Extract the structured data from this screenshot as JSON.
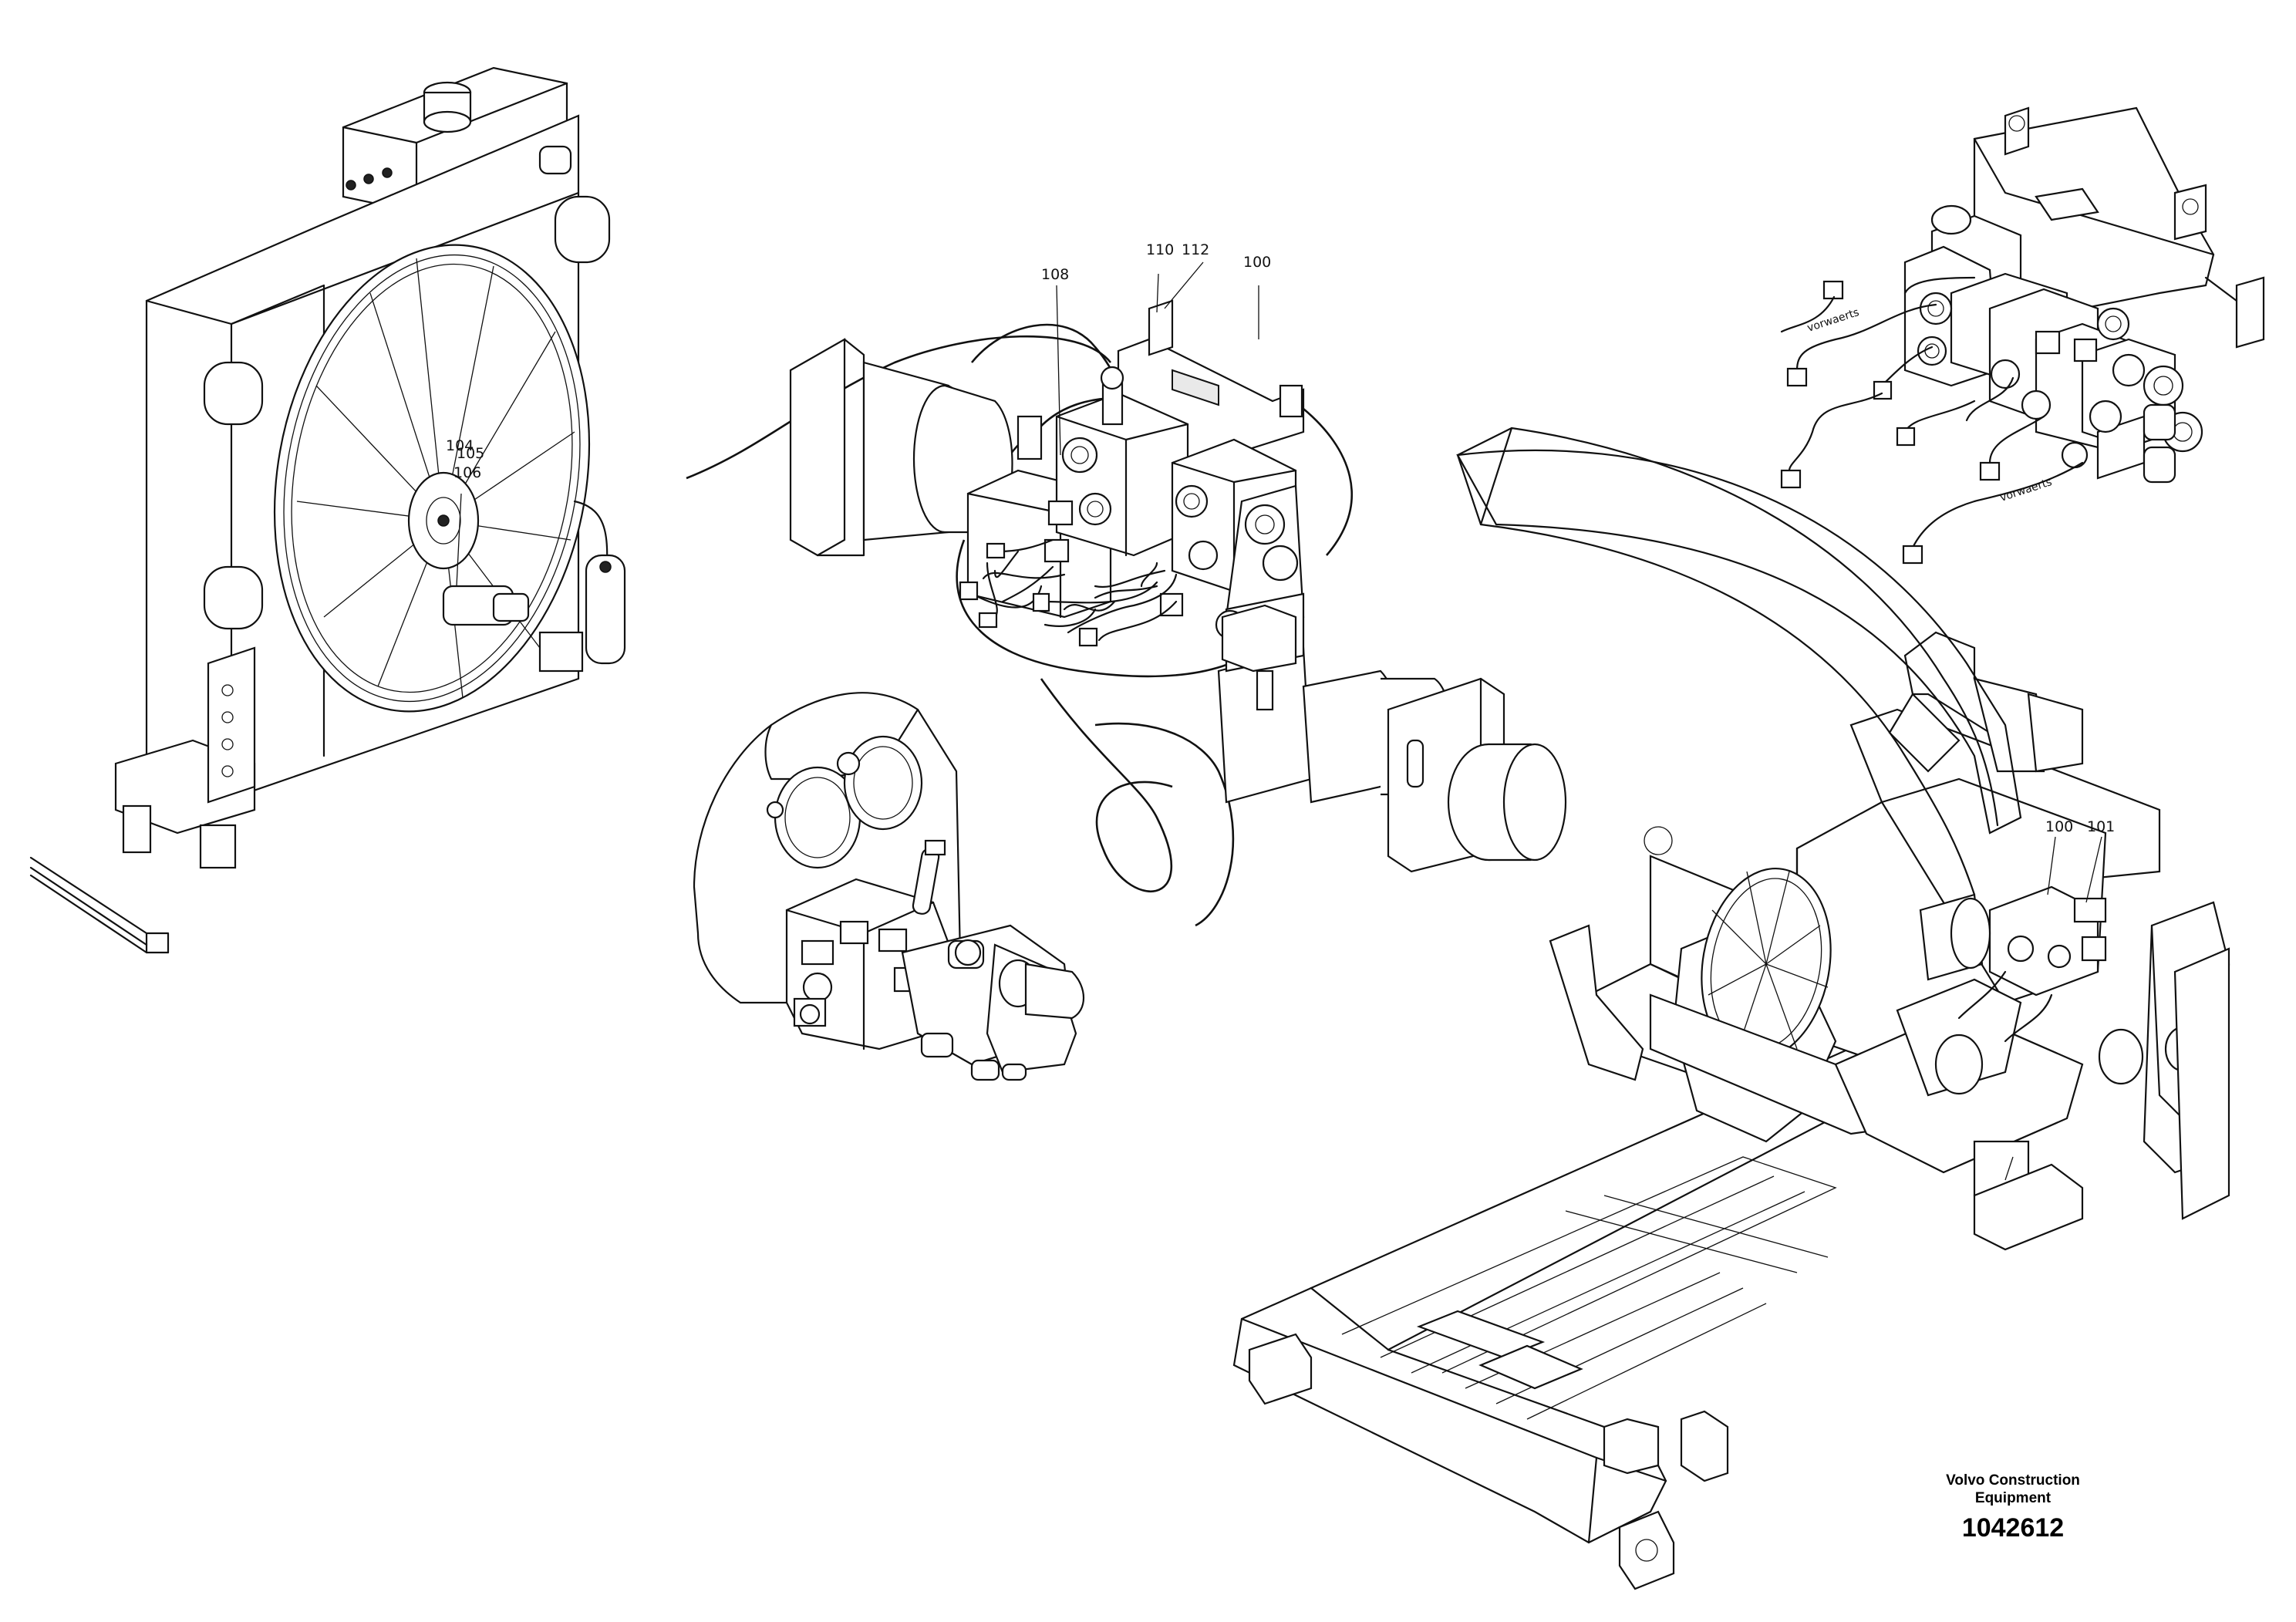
{
  "callouts": {
    "c104": "104",
    "c105": "105",
    "c106": "106",
    "c108": "108",
    "c110": "110",
    "c112": "112",
    "c100_top": "100",
    "c100_right": "100",
    "c101": "101"
  },
  "valve_labels": {
    "vorwaerts_top": "vorwaerts",
    "vorwaerts_bottom": "vorwaerts"
  },
  "footer": {
    "brand_line1": "Volvo Construction",
    "brand_line2": "Equipment",
    "figure_number": "1042612"
  }
}
